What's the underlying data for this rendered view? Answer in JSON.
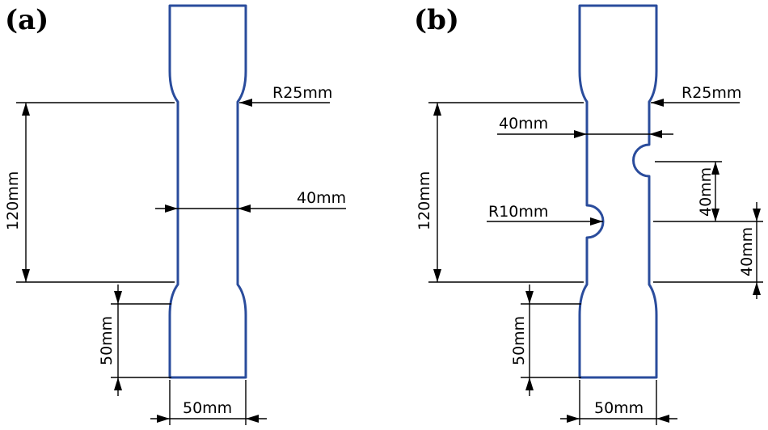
{
  "panels": {
    "a": {
      "label": "(a)",
      "dims": {
        "radius": "R25mm",
        "width": "40mm",
        "gauge_length": "120mm",
        "grip_length": "50mm",
        "grip_width": "50mm"
      }
    },
    "b": {
      "label": "(b)",
      "dims": {
        "radius": "R25mm",
        "width": "40mm",
        "gauge_length": "120mm",
        "notch_radius": "R10mm",
        "notch_offset": "40mm",
        "notch_position": "40mm",
        "grip_length": "50mm",
        "grip_width": "50mm"
      }
    }
  },
  "colors": {
    "outline": "#2a4c9c",
    "dimension": "#000000"
  }
}
